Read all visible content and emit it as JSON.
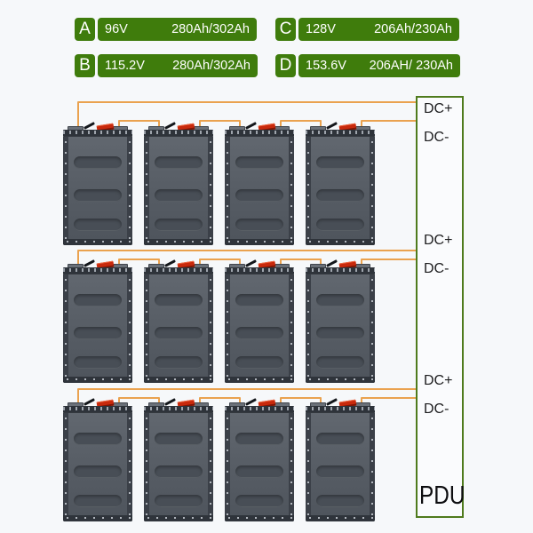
{
  "legend": {
    "items": [
      {
        "letter": "A",
        "voltage": "96V",
        "capacity": "280Ah/302Ah"
      },
      {
        "letter": "B",
        "voltage": "115.2V",
        "capacity": "280Ah/302Ah"
      },
      {
        "letter": "C",
        "voltage": "128V",
        "capacity": "206Ah/230Ah"
      },
      {
        "letter": "D",
        "voltage": "153.6V",
        "capacity": "206AH/ 230Ah"
      }
    ]
  },
  "pdu": {
    "label": "PDU",
    "groups": [
      {
        "plus": "DC+",
        "minus": "DC-"
      },
      {
        "plus": "DC+",
        "minus": "DC-"
      },
      {
        "plus": "DC+",
        "minus": "DC-"
      }
    ]
  },
  "battery_bank": {
    "rows": 3,
    "modules_per_row": 4
  },
  "colors": {
    "legend_green": "#3f7c0c",
    "pdu_border_green": "#4f7b1d",
    "wire_orange": "#eaa24f",
    "battery_gray": "#565c64",
    "terminal_red": "#c8290c",
    "background": "#f6f8fa"
  }
}
